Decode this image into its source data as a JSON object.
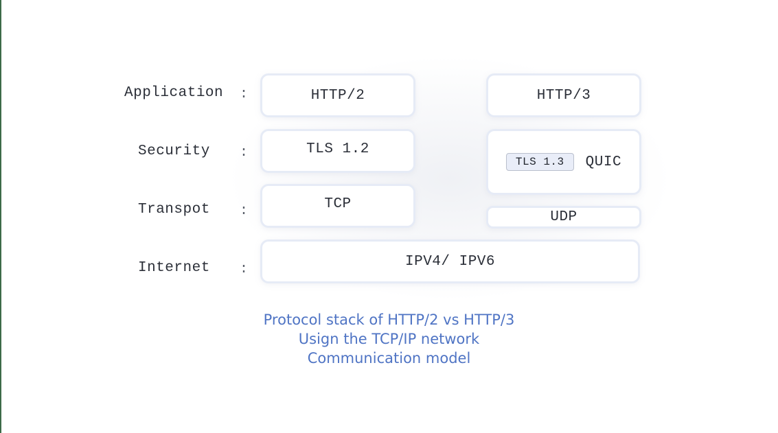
{
  "diagram": {
    "layers": [
      {
        "label": "Application",
        "colon": ":"
      },
      {
        "label": "Security",
        "colon": ":"
      },
      {
        "label": "Transpot",
        "colon": ":"
      },
      {
        "label": "Internet",
        "colon": ":"
      }
    ],
    "http2_stack": {
      "application": "HTTP/2",
      "security": "TLS 1.2",
      "transport": "TCP"
    },
    "http3_stack": {
      "application": "HTTP/3",
      "security_badge": "TLS 1.3",
      "security": "QUIC",
      "transport": "UDP"
    },
    "shared": {
      "internet": "IPV4/ IPV6"
    },
    "caption": {
      "line1": "Protocol stack of HTTP/2 vs HTTP/3",
      "line2": "Usign the TCP/IP network",
      "line3": "Communication model"
    },
    "colors": {
      "caption": "#4f74c4",
      "box_border": "#e6ebf6",
      "badge_bg": "#e9edf8",
      "left_edge": "#3d6b48"
    }
  }
}
